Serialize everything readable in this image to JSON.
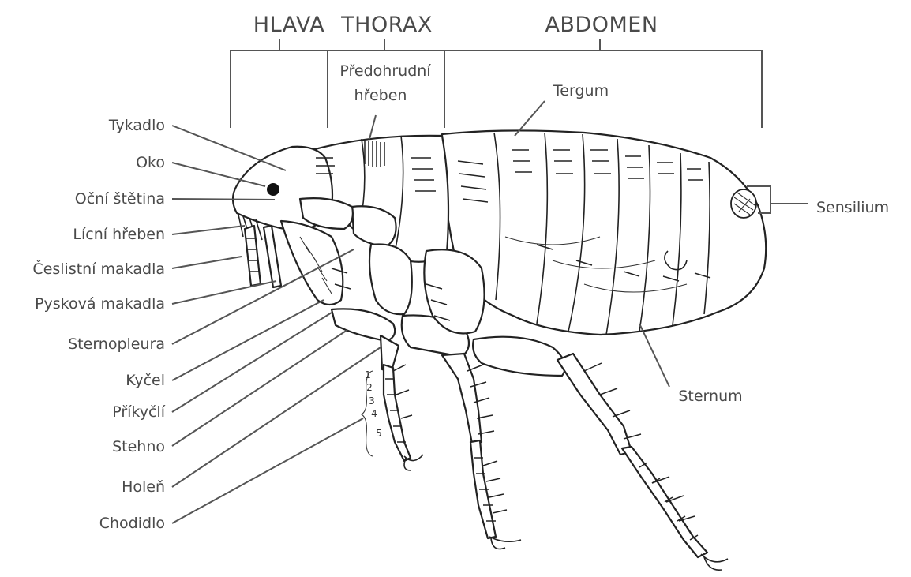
{
  "sections": {
    "head": "HLAVA",
    "thorax": "THORAX",
    "abdomen": "ABDOMEN"
  },
  "labels": {
    "pronotal_comb_line1": "Předohrudní",
    "pronotal_comb_line2": "hřeben",
    "tergum": "Tergum",
    "sensilium": "Sensilium",
    "sternum": "Sternum",
    "antenna": "Tykadlo",
    "eye": "Oko",
    "ocular_bristle": "Oční štětina",
    "genal_comb": "Lícní hřeben",
    "maxillary_palps": "Česlistní makadla",
    "labial_palps": "Pysková makadla",
    "sternopleura": "Sternopleura",
    "coxa": "Kyčel",
    "trochanter": "Příkyčlí",
    "femur": "Stehno",
    "tibia": "Holeň",
    "tarsus": "Chodidlo"
  },
  "tarsal_segments": [
    "1",
    "2",
    "3",
    "4",
    "5"
  ]
}
